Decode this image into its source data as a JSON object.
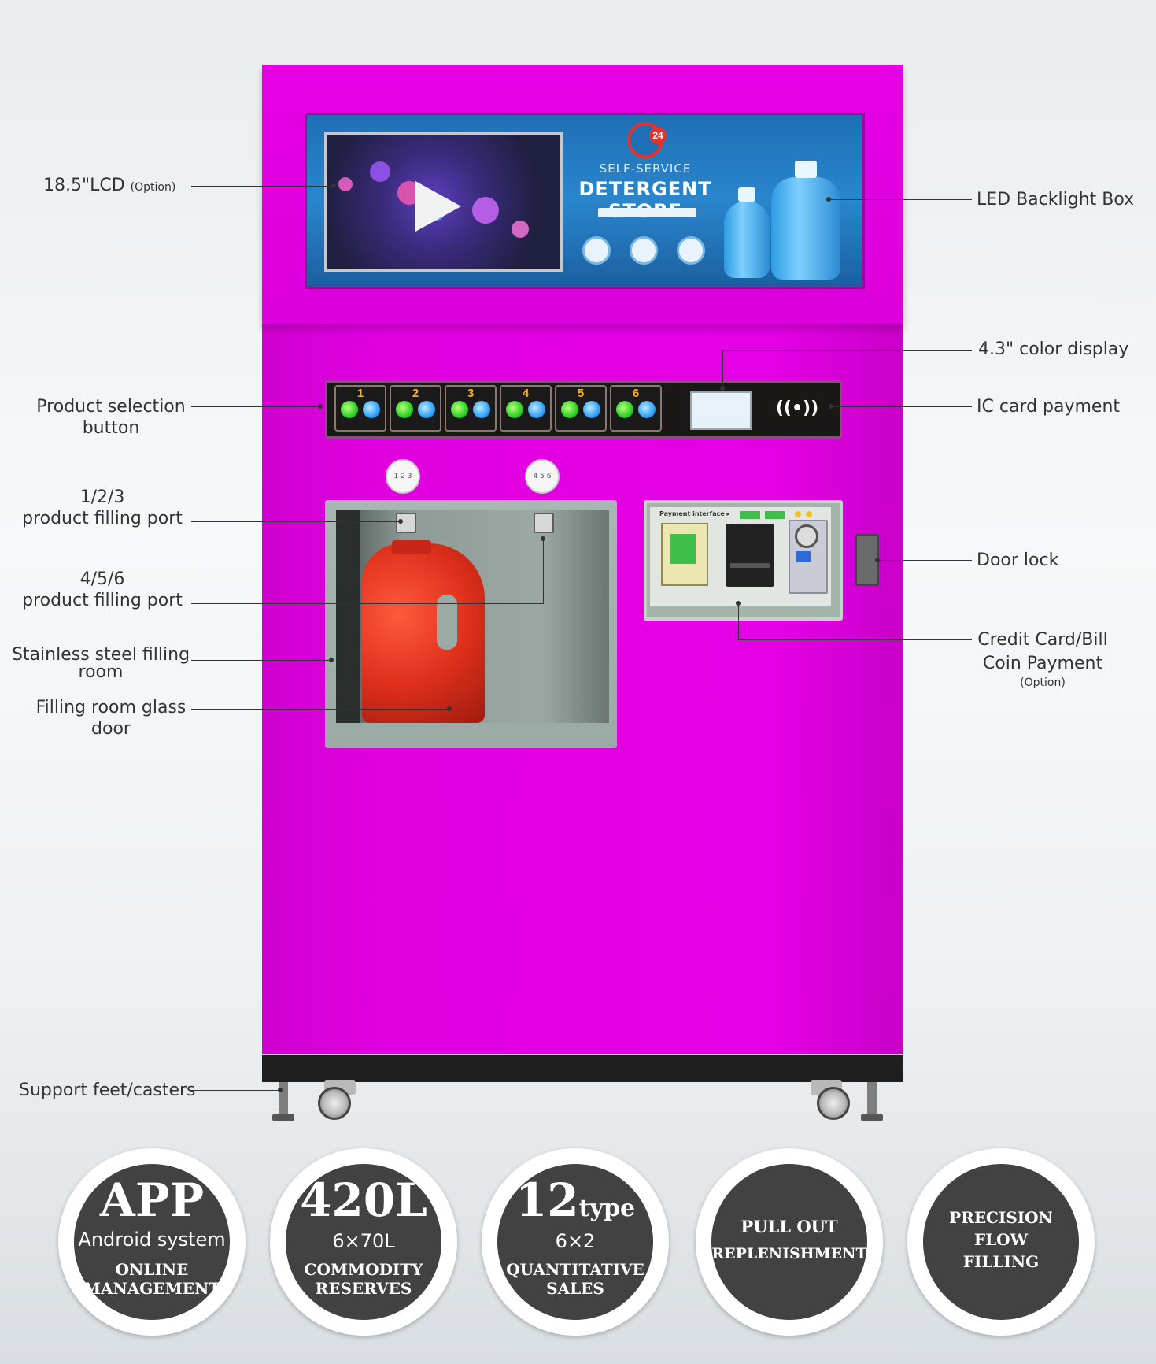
{
  "lightbox": {
    "self_service": "SELF-SERVICE",
    "store_name": "DETERGENT STORE",
    "badge_24": "24"
  },
  "selection_buttons": [
    "1",
    "2",
    "3",
    "4",
    "5",
    "6"
  ],
  "dials": [
    "1 2 3",
    "4 5 6"
  ],
  "payment_module": {
    "title": "Payment interface ▸"
  },
  "callouts": {
    "lcd": "18.5\"LCD",
    "lcd_option": "(Option)",
    "led_box": "LED Backlight Box",
    "color_display": "4.3\" color display",
    "product_selection": "Product selection",
    "product_selection_2": "button",
    "ic_card": "IC card payment",
    "port_123_a": "1/2/3",
    "port_123_b": "product filling port",
    "port_456_a": "4/5/6",
    "port_456_b": "product filling port",
    "door_lock": "Door lock",
    "stainless_a": "Stainless steel filling",
    "stainless_b": "room",
    "credit_a": "Credit Card/Bill",
    "credit_b": "Coin Payment",
    "credit_option": "(Option)",
    "glass_a": "Filling room glass",
    "glass_b": "door",
    "support": "Support feet/casters"
  },
  "badges": [
    {
      "big": "APP",
      "mid": "Android system",
      "cap1": "ONLINE",
      "cap2": "MANAGEMENT"
    },
    {
      "big": "420L",
      "mid": "6×70L",
      "cap1": "COMMODITY",
      "cap2": "RESERVES"
    },
    {
      "big": "12",
      "big_suffix": "type",
      "mid": "6×2",
      "cap1": "QUANTITATIVE",
      "cap2": "SALES"
    },
    {
      "cap1": "PULL OUT",
      "cap2": "REPLENISHMENT"
    },
    {
      "cap1": "PRECISION",
      "cap2": "FLOW",
      "cap3": "FILLING"
    }
  ],
  "colors": {
    "cabinet": "#e000e0",
    "panel": "#1c1717",
    "badge": "#424242",
    "jug": "#e0301c"
  }
}
